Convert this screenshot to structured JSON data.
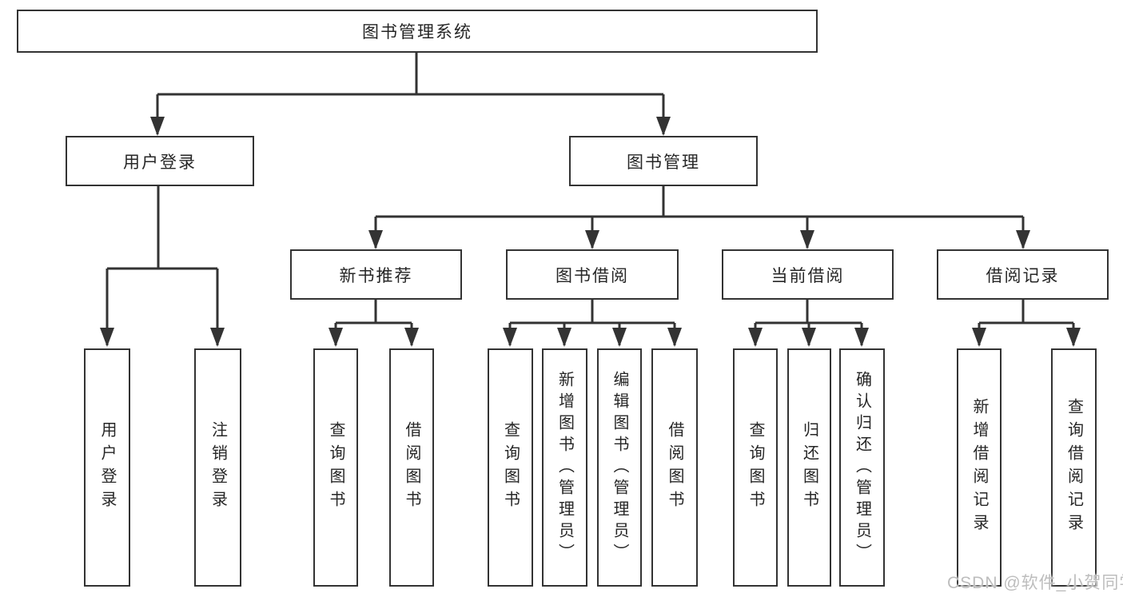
{
  "tree": {
    "root": "图书管理系统",
    "level1": [
      {
        "label": "用户登录",
        "children": [
          "用户登录",
          "注销登录"
        ]
      },
      {
        "label": "图书管理"
      }
    ],
    "level2": [
      {
        "label": "新书推荐",
        "children": [
          "查询图书",
          "借阅图书"
        ]
      },
      {
        "label": "图书借阅",
        "children": [
          "查询图书",
          "新增图书（管理员）",
          "编辑图书（管理员）",
          "借阅图书"
        ]
      },
      {
        "label": "当前借阅",
        "children": [
          "查询图书",
          "归还图书",
          "确认归还（管理员）"
        ]
      },
      {
        "label": "借阅记录",
        "children": [
          "新增借阅记录",
          "查询借阅记录"
        ]
      }
    ]
  },
  "watermark": {
    "text": "CSDN @软件_小贺同学"
  },
  "colors": {
    "line": "#333333",
    "text": "#262626",
    "watermark": "#bdbdbd",
    "background": "#ffffff"
  }
}
